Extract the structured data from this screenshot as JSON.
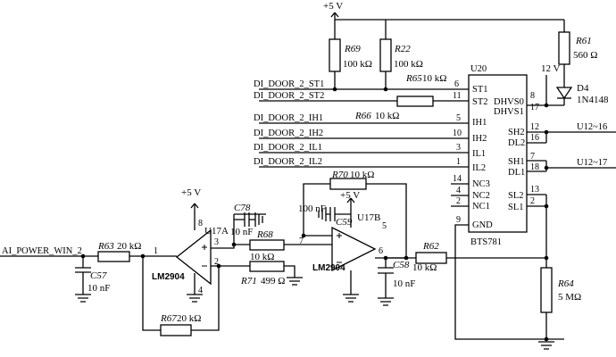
{
  "supplies": {
    "top_vcc": "+5 V",
    "v12": "12 V",
    "opamp_a_vcc": "+5 V",
    "opamp_b_vcc": "+5 V"
  },
  "resistors": {
    "r69": {
      "ref": "R69",
      "value": "100 kΩ"
    },
    "r22": {
      "ref": "R22",
      "value": "100 kΩ"
    },
    "r65": {
      "ref": "R65",
      "value": "10 kΩ"
    },
    "r66": {
      "ref": "R66",
      "value": "10 kΩ"
    },
    "r61": {
      "ref": "R61",
      "value": "560 Ω"
    },
    "r70": {
      "ref": "R70",
      "value": "10 kΩ"
    },
    "r63": {
      "ref": "R63",
      "value": "20 kΩ"
    },
    "r68": {
      "ref": "R68",
      "value": "10 kΩ"
    },
    "r71": {
      "ref": "R71",
      "value": "499 Ω"
    },
    "r67": {
      "ref": "R67",
      "value": "20 kΩ"
    },
    "r62": {
      "ref": "R62",
      "value": "10 kΩ"
    },
    "r64": {
      "ref": "R64",
      "value": "5 MΩ"
    }
  },
  "capacitors": {
    "c57": {
      "ref": "C57",
      "value": "10 nF"
    },
    "c78": {
      "ref": "C78",
      "value": "10 nF"
    },
    "c59": {
      "ref": "C59",
      "value": "100 nF"
    },
    "c58": {
      "ref": "C58",
      "value": "10 nF"
    }
  },
  "diode": {
    "ref": "D4",
    "part": "1N4148"
  },
  "opamp_a": {
    "ref": "U17A",
    "part": "LM2904",
    "pin_out": "1",
    "pin_inv": "2",
    "pin_noninv": "3",
    "pin_v": "8",
    "pin_gnd": "4"
  },
  "opamp_b": {
    "ref": "U17B",
    "part": "LM2904",
    "pin_out": "6",
    "pin_noninv": "7",
    "pin_inv": "5"
  },
  "ic": {
    "ref": "U20",
    "part": "BTS781",
    "pins_left": [
      {
        "name": "ST1",
        "num": "6"
      },
      {
        "name": "ST2",
        "num": "11"
      },
      {
        "name": "IH1",
        "num": "5"
      },
      {
        "name": "IH2",
        "num": "10"
      },
      {
        "name": "IL1",
        "num": "3"
      },
      {
        "name": "IL2",
        "num": "1"
      },
      {
        "name": "NC3",
        "num": "14"
      },
      {
        "name": "NC2",
        "num": "4"
      },
      {
        "name": "NC1",
        "num": "2"
      },
      {
        "name": "GND",
        "num": "9"
      }
    ],
    "pins_right": [
      {
        "name": "DHVS0",
        "num": "8"
      },
      {
        "name": "DHVS1",
        "num": "17"
      },
      {
        "name": "SH2",
        "num": "12"
      },
      {
        "name": "DL2",
        "num": "16"
      },
      {
        "name": "SH1",
        "num": "7"
      },
      {
        "name": "DL1",
        "num": "18"
      },
      {
        "name": "SL2",
        "num": "13"
      },
      {
        "name": "SL1",
        "num": "2"
      }
    ]
  },
  "signals": {
    "st1": "DI_DOOR_2_ST1",
    "st2": "DI_DOOR_2_ST2",
    "ih1": "DI_DOOR_2_IH1",
    "ih2": "DI_DOOR_2_IH2",
    "il1": "DI_DOOR_2_IL1",
    "il2": "DI_DOOR_2_IL2",
    "ai_input": "AI_POWER_WIN_2",
    "out_u12_16": "U12~16",
    "out_u12_17": "U12~17"
  }
}
